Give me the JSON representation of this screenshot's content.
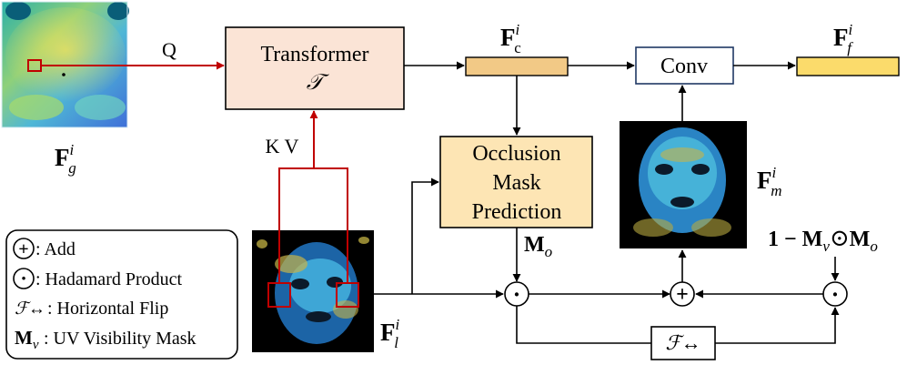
{
  "colors": {
    "transformer_fill": "#fbe4d6",
    "transformer_stroke": "#000000",
    "feature_c": "#f2c986",
    "feature_f": "#fbdb6b",
    "occlusion_fill": "#fde5b4",
    "red_arrow": "#c00000",
    "black": "#000000"
  },
  "blocks": {
    "transformer_title": "Transformer",
    "transformer_symbol": "𝒯",
    "conv": "Conv",
    "occlusion_line1": "Occlusion",
    "occlusion_line2": "Mask",
    "occlusion_line3": "Prediction",
    "flip_symbol": "ℱ↔"
  },
  "labels": {
    "q": "Q",
    "kv": "K V",
    "fg_main": "F",
    "fg_sup": "i",
    "fg_sub": "g",
    "fc_main": "F",
    "fc_sup": "i",
    "fc_sub": "c",
    "ff_main": "F",
    "ff_sup": "i",
    "ff_sub": "f",
    "fm_main": "F",
    "fm_sup": "i",
    "fm_sub": "m",
    "fl_main": "F",
    "fl_sup": "i",
    "fl_sub": "l",
    "mo_main": "M",
    "mo_sub": "o",
    "formula_prefix": "1 − M",
    "formula_sub1": "v",
    "formula_odot": "⊙",
    "formula_m": "M",
    "formula_sub2": "o"
  },
  "operators": {
    "add": "+",
    "hadamard": "·"
  },
  "legend": {
    "add_label": ": Add",
    "hadamard_label": ": Hadamard Product",
    "flip_symbol": "ℱ↔",
    "flip_label": ": Horizontal Flip",
    "mv_main": "M",
    "mv_sub": "v",
    "mv_label": ": UV Visibility Mask"
  }
}
